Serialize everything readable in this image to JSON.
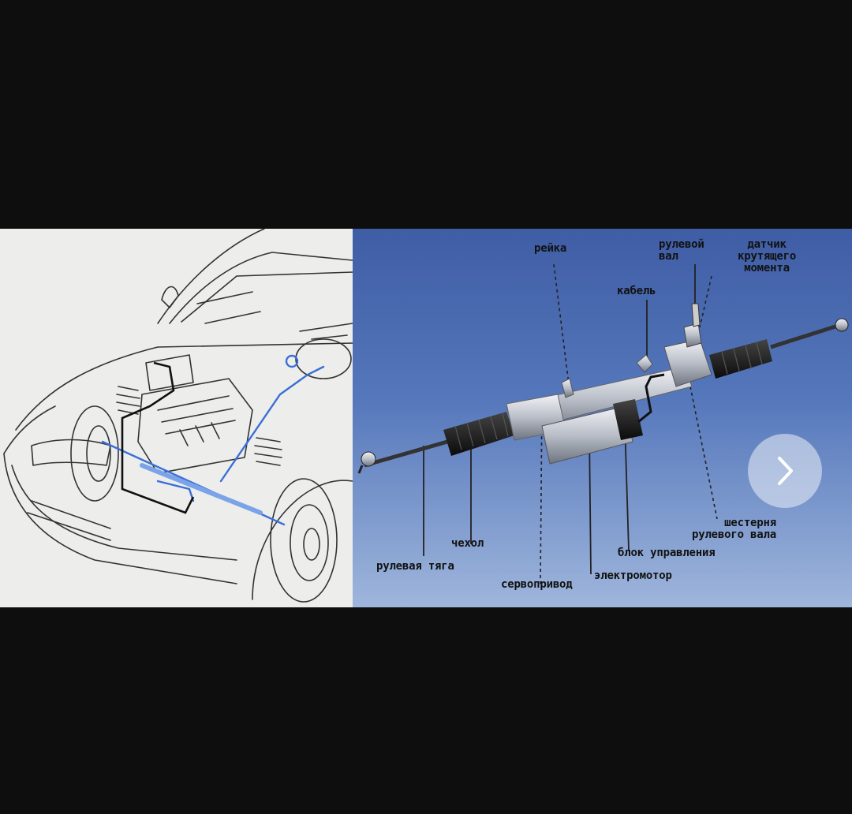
{
  "viewer": {
    "next_icon": "chevron-right-icon",
    "accent_color": "#3a6fd8"
  },
  "labels": {
    "reyka": "рейка",
    "rulevoy_val": "рулевой\nвал",
    "datchik": "датчик\nкрутящего\nмомента",
    "kabel": "кабель",
    "shesternya": "шестерня\nрулевого вала",
    "blok": "блок управления",
    "elektromotor": "электромотор",
    "servoprivod": "сервопривод",
    "chekhol": "чехол",
    "tyaga": "рулевая тяга"
  }
}
